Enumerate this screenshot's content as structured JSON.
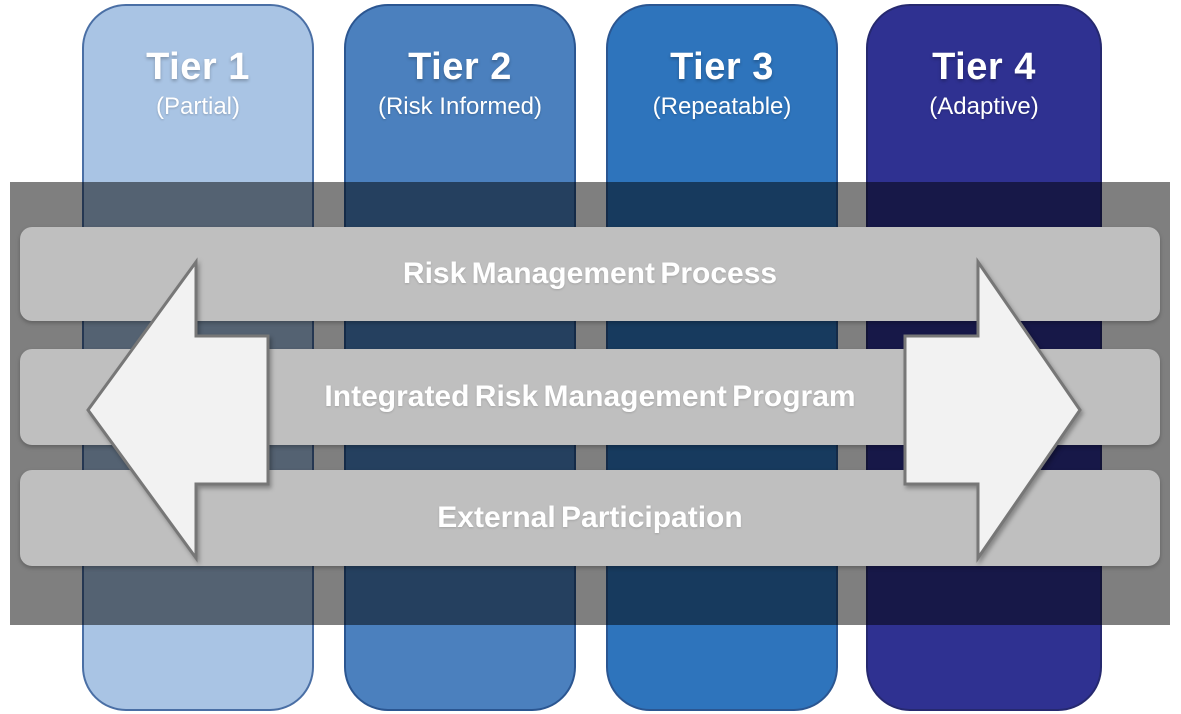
{
  "diagram": {
    "tiers": [
      {
        "label": "Tier 1",
        "sublabel": "(Partial)",
        "fill": "#a9c4e4",
        "border": "#4a6fa5"
      },
      {
        "label": "Tier 2",
        "sublabel": "(Risk Informed)",
        "fill": "#4b80be",
        "border": "#2b5691"
      },
      {
        "label": "Tier 3",
        "sublabel": "(Repeatable)",
        "fill": "#2e74bc",
        "border": "#2b5691"
      },
      {
        "label": "Tier 4",
        "sublabel": "(Adaptive)",
        "fill": "#2f3191",
        "border": "#26296f"
      }
    ],
    "bars": [
      {
        "label": "Risk Management Process"
      },
      {
        "label": "Integrated Risk Management Program"
      },
      {
        "label": "External Participation"
      }
    ],
    "icons": {
      "left_arrow": "left-block-arrow",
      "right_arrow": "right-block-arrow"
    },
    "colors": {
      "background": "#ffffff",
      "band_overlay": "rgba(0,0,0,0.5)",
      "bar_fill": "#bfbfbf",
      "arrow_fill": "#f2f2f2",
      "arrow_border": "#777777",
      "text": "#ffffff"
    }
  }
}
